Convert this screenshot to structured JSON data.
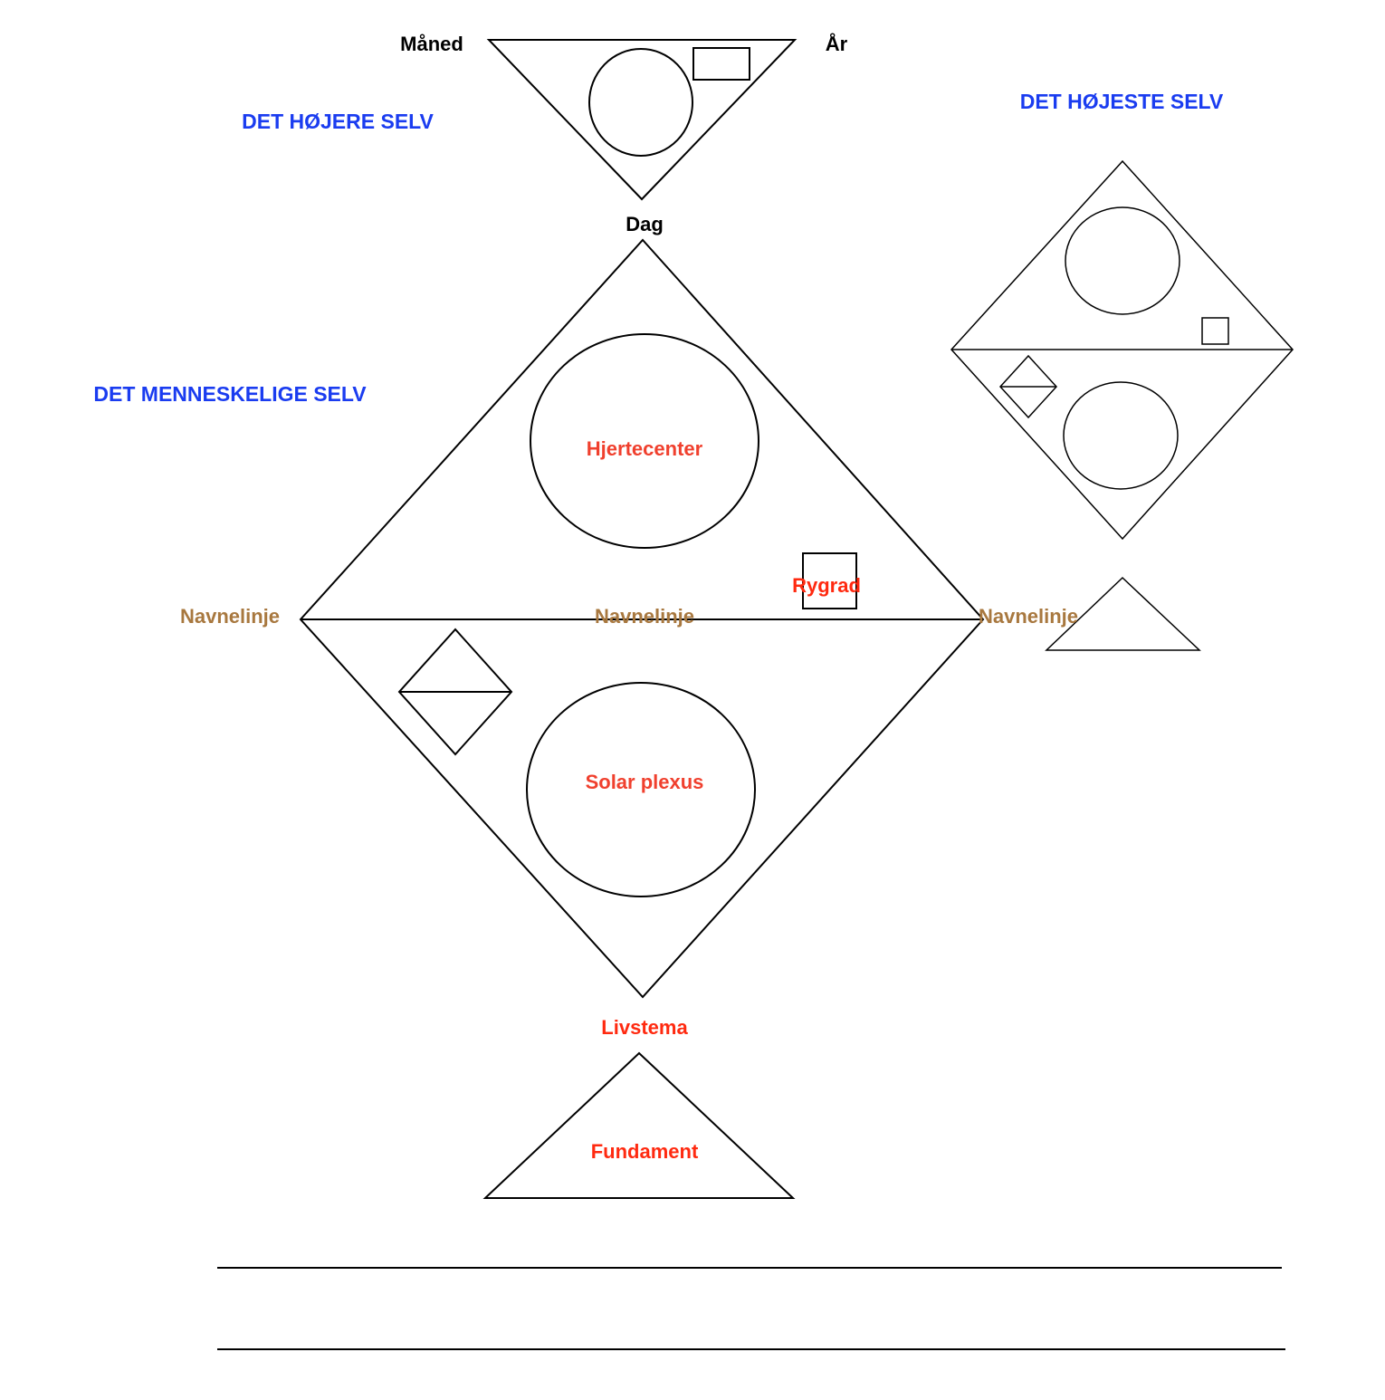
{
  "labels": {
    "month": "Måned",
    "year": "År",
    "day": "Dag",
    "higher_self": "DET HØJERE SELV",
    "highest_self": "DET HØJESTE SELV",
    "human_self": "DET MENNESKELIGE SELV",
    "heart_center": "Hjertecenter",
    "spine": "Rygrad",
    "name_line_left": "Navnelinje",
    "name_line_center": "Navnelinje",
    "name_line_right": "Navnelinje",
    "solar_plexus": "Solar plexus",
    "life_theme": "Livstema",
    "foundation": "Fundament"
  },
  "colors": {
    "heading_blue": "#1a3cf0",
    "center_red": "#f0402e",
    "label_red": "#ff2a10",
    "name_line_brown": "#a8783f"
  }
}
